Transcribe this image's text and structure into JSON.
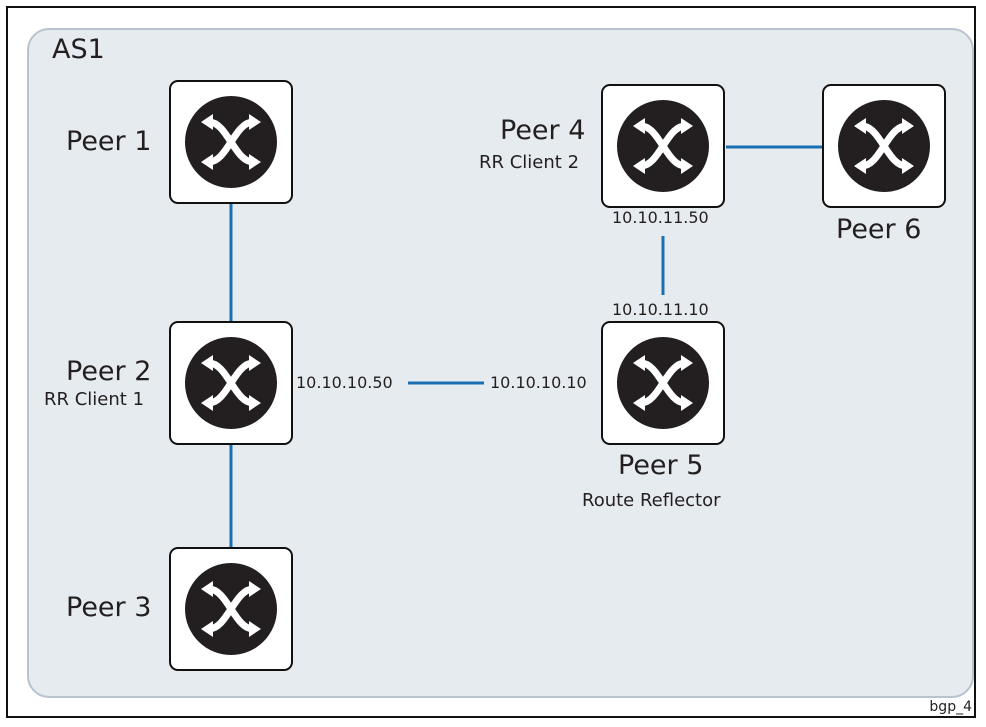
{
  "as_label": "AS1",
  "peers": {
    "p1": {
      "name": "Peer 1",
      "sub": ""
    },
    "p2": {
      "name": "Peer 2",
      "sub": "RR Client 1"
    },
    "p3": {
      "name": "Peer 3",
      "sub": ""
    },
    "p4": {
      "name": "Peer 4",
      "sub": "RR Client 2"
    },
    "p5": {
      "name": "Peer 5",
      "sub": "Route Reflector"
    },
    "p6": {
      "name": "Peer 6",
      "sub": ""
    }
  },
  "addresses": {
    "p2_p5_left": "10.10.10.50",
    "p2_p5_right": "10.10.10.10",
    "p4_p5_top": "10.10.11.50",
    "p4_p5_bottom": "10.10.11.10"
  },
  "colors": {
    "link": "#1a6fb3",
    "router_disc": "#231f20",
    "as_fill": "#e6ebf0"
  },
  "icon_name": "router-icon",
  "figure_tag": "bgp_4"
}
